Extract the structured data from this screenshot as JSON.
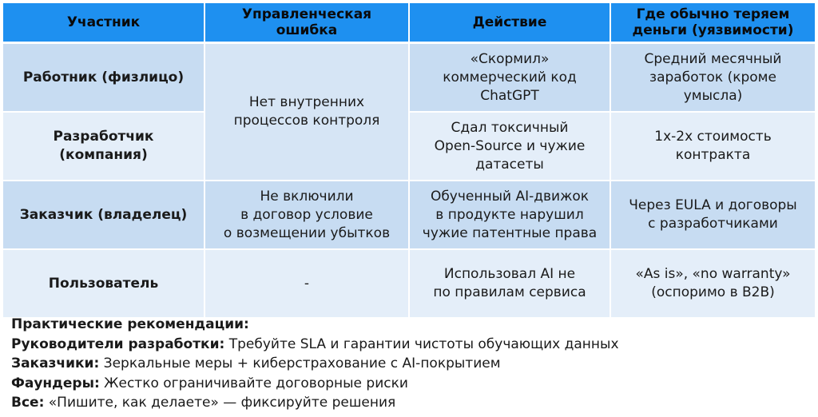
{
  "table": {
    "headers": [
      "Участник",
      "Управленческая\nошибка",
      "Действие",
      "Где обычно теряем\nденьги (уязвимости)"
    ],
    "rows": [
      {
        "participant": "Работник (физлицо)",
        "error": "Нет внутренних\nпроцессов контроля",
        "action": "«Скормил»\nкоммерческий код\nChatGPT",
        "loss": "Средний месячный\nзаработок (кроме\nумысла)"
      },
      {
        "participant": "Разработчик\n(компания)",
        "action": "Сдал токсичный\nOpen-Source и чужие\nдатасеты",
        "loss": "1х-2х стоимость\nконтракта"
      },
      {
        "participant": "Заказчик (владелец)",
        "error": "Не включили\nв договор условие\nо возмещении убытков",
        "action": "Обученный AI-движок\nв продукте нарушил\nчужие патентные права",
        "loss": "Через EULA и договоры\nс разработчиками"
      },
      {
        "participant": "Пользователь",
        "error": "-",
        "action": "Использовал AI не\nпо правилам сервиса",
        "loss": "«As is», «no warranty»\n(оспоримо в B2B)"
      }
    ]
  },
  "recommendations": {
    "heading": "Практические рекомендации:",
    "items": [
      {
        "label": "Руководители разработки:",
        "text": " Требуйте SLA и гарантии чистоты обучающих данных"
      },
      {
        "label": "Заказчики:",
        "text": " Зеркальные меры + киберстрахование с AI-покрытием"
      },
      {
        "label": "Фаундеры:",
        "text": " Жестко ограничивайте договорные риски"
      },
      {
        "label": "Все:",
        "text": " «Пишите, как делаете» — фиксируйте решения"
      }
    ]
  }
}
